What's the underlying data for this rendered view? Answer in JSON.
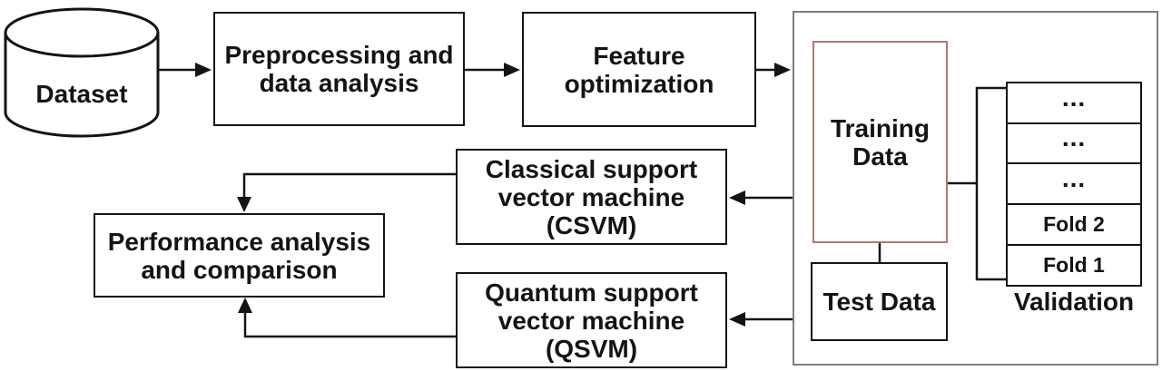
{
  "nodes": {
    "dataset": {
      "label": "Dataset"
    },
    "preprocessing": {
      "lines": [
        "Preprocessing and",
        "data analysis"
      ]
    },
    "feature_optimization": {
      "lines": [
        "Feature",
        "optimization"
      ]
    },
    "csvm": {
      "lines": [
        "Classical support",
        "vector machine",
        "(CSVM)"
      ]
    },
    "qsvm": {
      "lines": [
        "Quantum support",
        "vector machine",
        "(QSVM)"
      ]
    },
    "performance": {
      "lines": [
        "Performance analysis",
        "and comparison"
      ]
    },
    "training_data": {
      "lines": [
        "Training",
        "Data"
      ]
    },
    "test_data": {
      "label": "Test Data"
    },
    "validation_label": "Validation",
    "folds": [
      "...",
      "...",
      "...",
      "Fold 2",
      "Fold 1"
    ]
  },
  "colors": {
    "box_border": "#141414",
    "text": "#141414",
    "training_box_border": "#b3776d",
    "container_border": "#7e7e7e",
    "connector": "#141414",
    "background": "#ffffff"
  }
}
